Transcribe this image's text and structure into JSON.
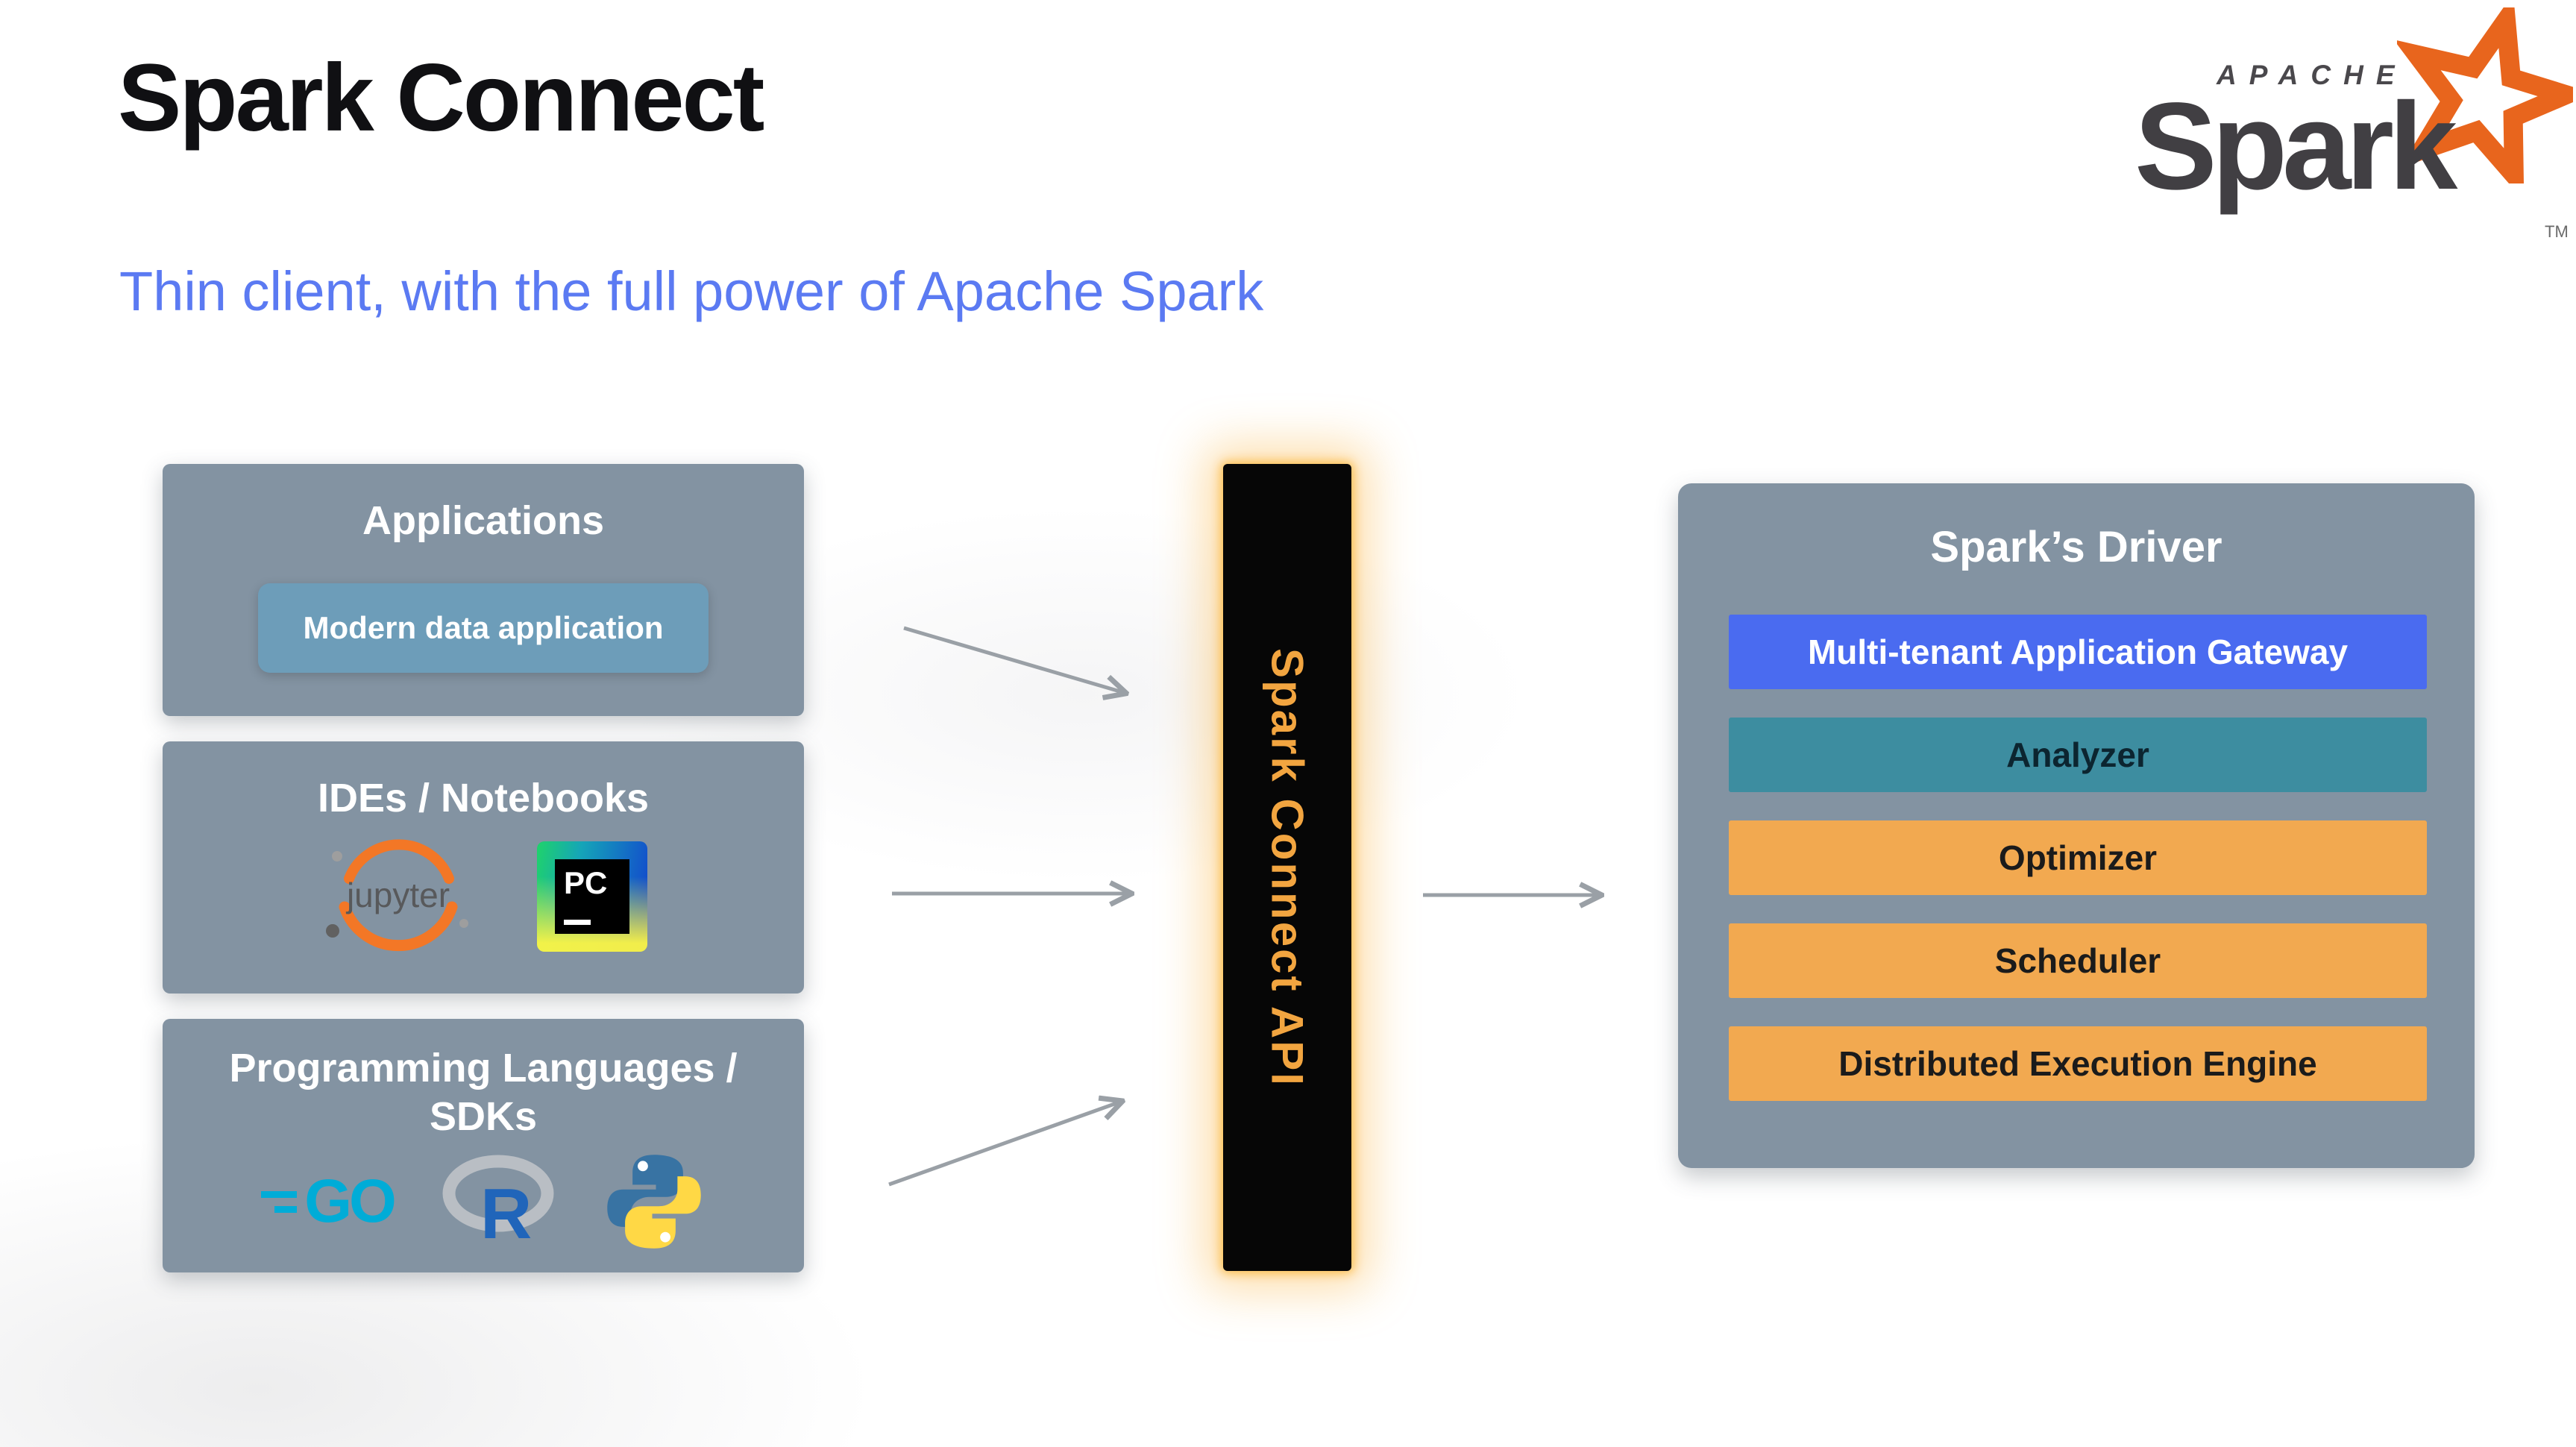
{
  "header": {
    "title": "Spark Connect",
    "subtitle": "Thin client, with the full power of Apache Spark"
  },
  "logo": {
    "apache": "APACHE",
    "spark": "Spark",
    "tm": "TM"
  },
  "sources": {
    "applications": {
      "title": "Applications",
      "chip": "Modern data application"
    },
    "ides": {
      "title": "IDEs / Notebooks",
      "jupyter_label": "jupyter",
      "pycharm_label": "PC"
    },
    "languages": {
      "title_line1": "Programming Languages /",
      "title_line2": "SDKs",
      "go_label": "GO",
      "r_label": "R"
    }
  },
  "connector": {
    "label": "Spark Connect API"
  },
  "driver": {
    "title": "Spark’s Driver",
    "layers": [
      {
        "label": "Multi-tenant Application Gateway",
        "bg": "#4a6bf0",
        "fg": "#ffffff"
      },
      {
        "label": "Analyzer",
        "bg": "#3d8da0",
        "fg": "#0c2530"
      },
      {
        "label": "Optimizer",
        "bg": "#f2a950",
        "fg": "#1b1b1b"
      },
      {
        "label": "Scheduler",
        "bg": "#f2a950",
        "fg": "#1b1b1b"
      },
      {
        "label": "Distributed Execution Engine",
        "bg": "#f2a950",
        "fg": "#1b1b1b"
      }
    ]
  },
  "colors": {
    "panel_gray": "#8393a2",
    "chip_blue": "#6d9db9",
    "subtitle_blue": "#5b7af2",
    "arrow_gray": "#9aa0a6",
    "connector_bg": "#060606",
    "connector_glow": "#f9a825",
    "connector_text": "#f2a540",
    "spark_orange": "#e8651d"
  }
}
